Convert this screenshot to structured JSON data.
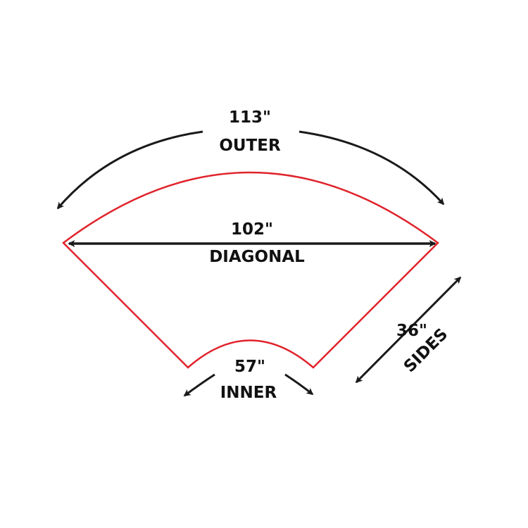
{
  "colors": {
    "shape_outline": "#e0232b",
    "arrows": "#1a1a1a",
    "text": "#111111",
    "background": "#ffffff"
  },
  "labels": {
    "outer_value": "113\"",
    "outer_name": "OUTER",
    "diagonal_value": "102\"",
    "diagonal_name": "DIAGONAL",
    "inner_value": "57\"",
    "inner_name": "INNER",
    "sides_value": "36\"",
    "sides_name": "SIDES"
  }
}
